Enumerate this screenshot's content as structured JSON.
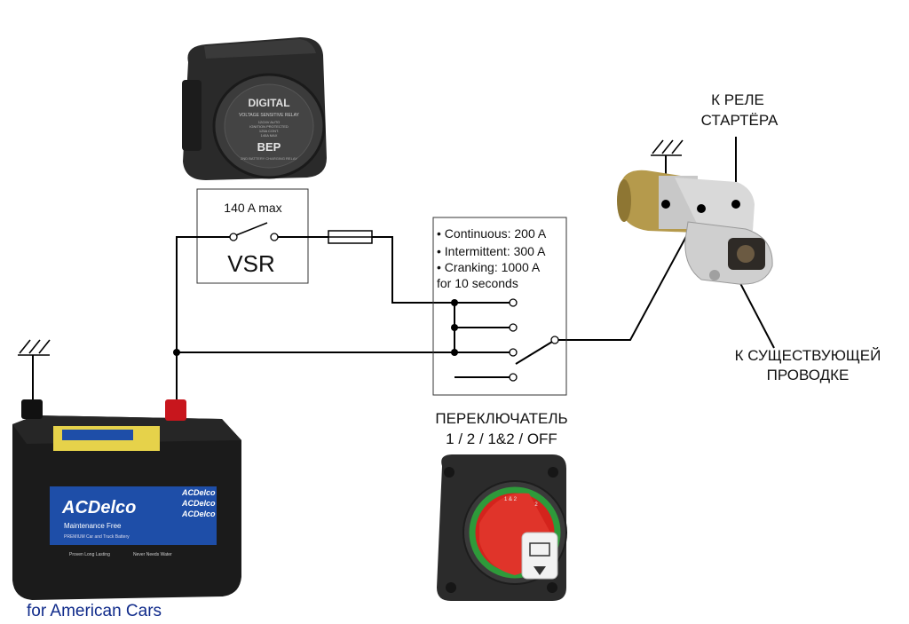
{
  "vsr": {
    "rating": "140 A max",
    "label": "VSR",
    "device_text": {
      "line1": "DIGITAL",
      "line2": "VOLTAGE SENSITIVE RELAY",
      "fine1": "12/24V AUTO",
      "fine2": "IGNITION PROTECTED",
      "fine3": "125A CONT.",
      "fine4": "140A MAX",
      "logo": "BEP",
      "ring": "2ND BATTERY CHARGING RELAY"
    }
  },
  "switch": {
    "specs": [
      "• Continuous: 200 A",
      "• Intermittent: 300 A",
      "• Cranking: 1000 A",
      "for 10 seconds"
    ],
    "caption_line1": "ПЕРЕКЛЮЧАТЕЛЬ",
    "caption_line2": "1 / 2 / 1&2 / OFF",
    "knob_labels": {
      "left": "1 & 2",
      "right": "2"
    }
  },
  "starter": {
    "relay_line1": "К РЕЛЕ",
    "relay_line2": "СТАРТЁРА",
    "wiring_line1": "К СУЩЕСТВУЮЩЕЙ",
    "wiring_line2": "ПРОВОДКЕ"
  },
  "battery": {
    "brand": "ACDelco",
    "subtitle": "Maintenance Free",
    "small": "PREMIUM Car and Truck Battery",
    "footer_left": "Proven Long Lasting",
    "footer_right": "Never Needs Water",
    "side_brand": "ACDelco",
    "caption": "for American Cars"
  },
  "colors": {
    "wire": "#000000",
    "battery_body": "#1b1b1b",
    "battery_label": "#1e4ea8",
    "terminal_positive": "#c8161d",
    "caption": "#0f2a8a",
    "knob": "#d4231c",
    "knob_ring": "#2e9a3a"
  },
  "icons": [
    "ground-icon",
    "fuse-icon",
    "switch-contact-icon"
  ]
}
